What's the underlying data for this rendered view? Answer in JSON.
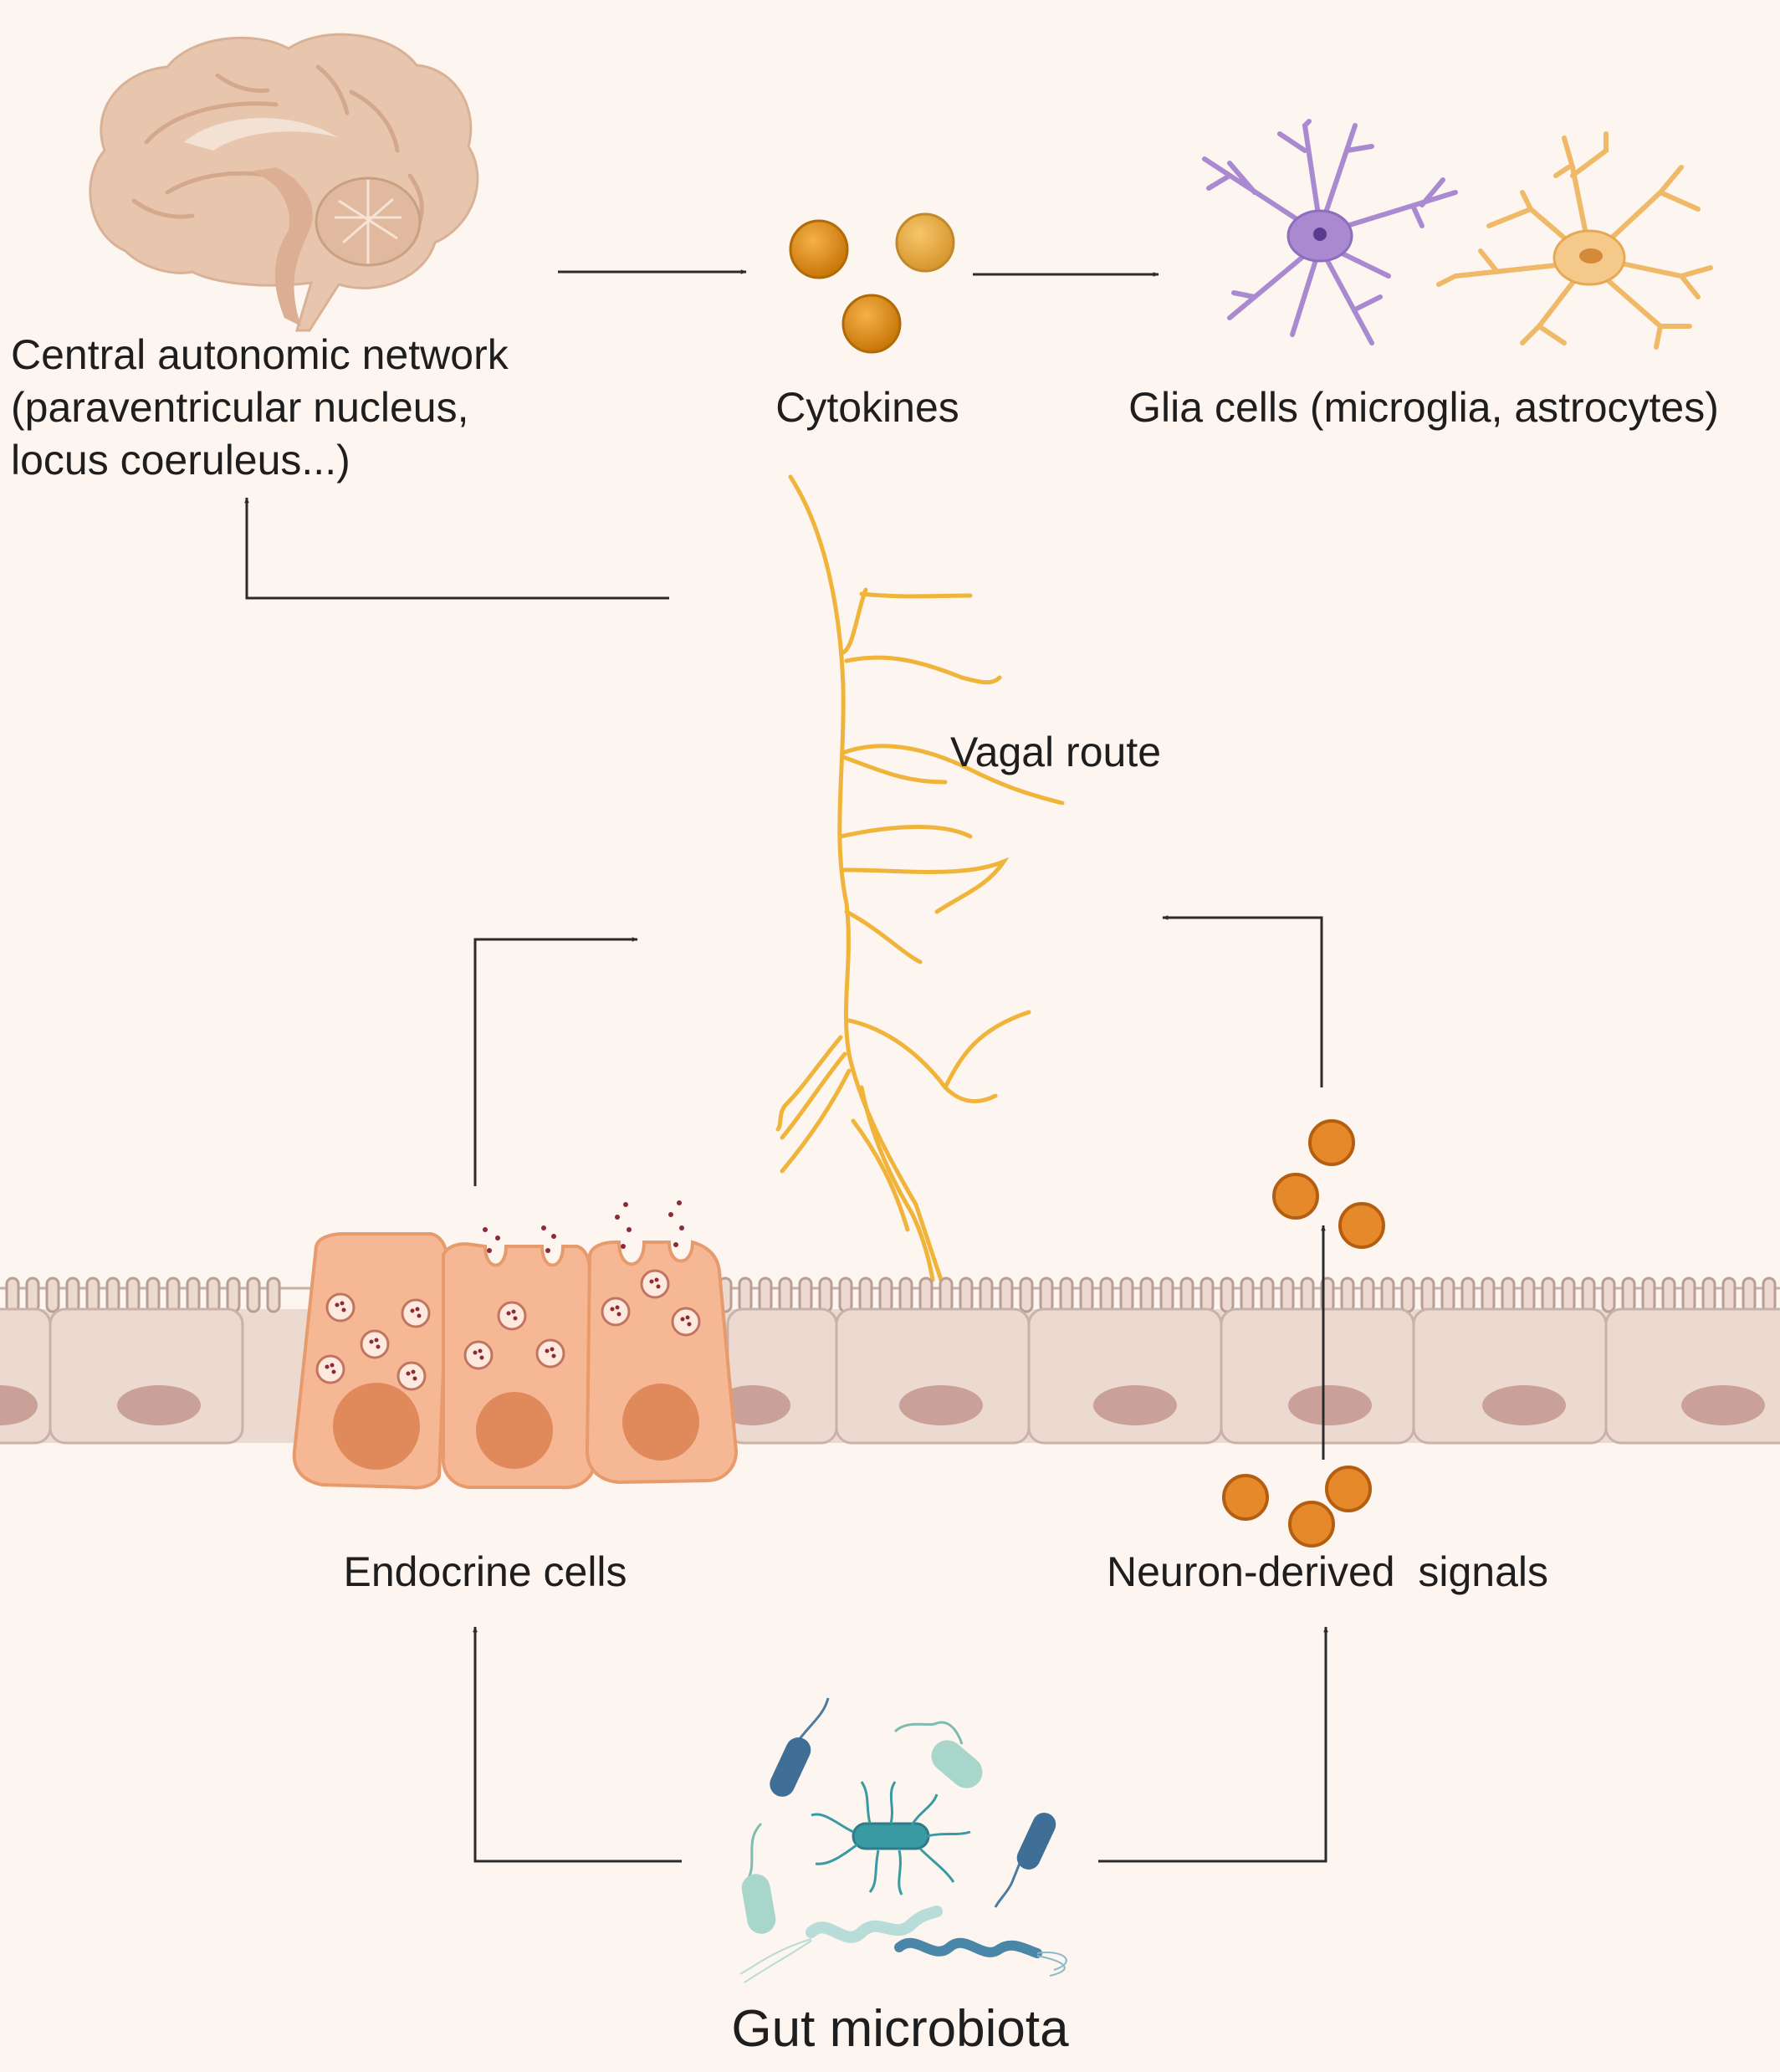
{
  "labels": {
    "central_network": [
      "Central autonomic network",
      "(paraventricular nucleus,",
      "locus coeruleus...)"
    ],
    "cytokines": "Cytokines",
    "glia_cells": "Glia cells (microglia, astrocytes)",
    "vagal_route": "Vagal route",
    "endocrine_cells": "Endocrine cells",
    "neuron_signals": "Neuron-derived  signals",
    "gut_microbiota": "Gut microbiota"
  },
  "colors": {
    "background": "#fdf5ef",
    "arrow": "#2b2b2b",
    "cytokine": "#d9860f",
    "nerve": "#f0b43a",
    "microglia": "#a98ad0",
    "astrocyte": "#f2bc70",
    "epithelium": "#ecd9d0",
    "epithelium_nucleus": "#c9a199",
    "endocrine": "#f6b894",
    "endocrine_nucleus": "#e08a5c",
    "signal": "#e6892a",
    "bacteria_blue": "#4a7ba0",
    "bacteria_teal": "#95cfc3"
  },
  "icons": [
    "brain-icon",
    "cytokine-icon",
    "microglia-icon",
    "astrocyte-icon",
    "vagus-nerve-icon",
    "epithelium-icon",
    "endocrine-cell-icon",
    "signal-molecule-icon",
    "bacteria-icon"
  ]
}
